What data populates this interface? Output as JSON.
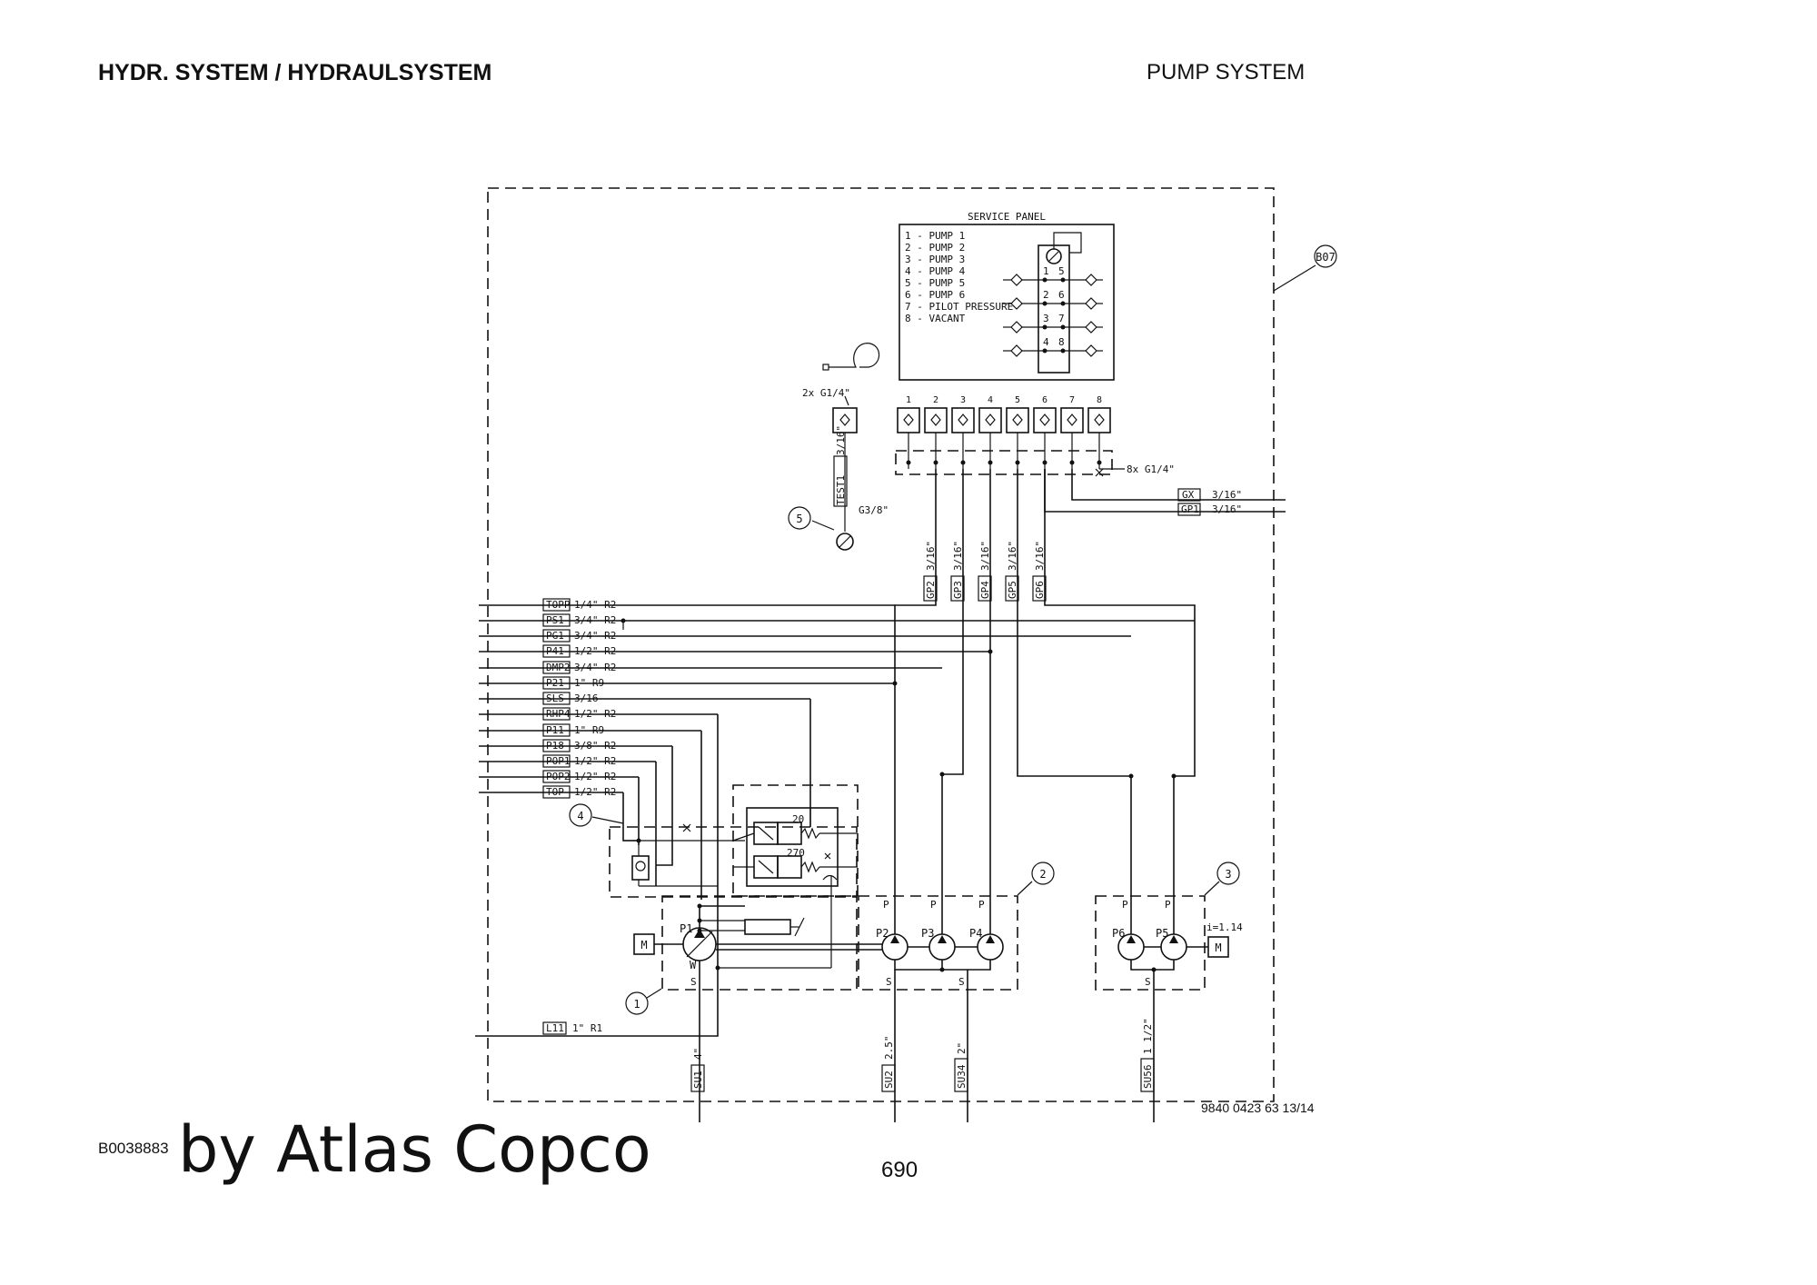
{
  "header": {
    "left": "HYDR. SYSTEM / HYDRAULSYSTEM",
    "right": "PUMP SYSTEM"
  },
  "footer": {
    "doc_code": "B0038883",
    "brand": "by Atlas Copco",
    "page_number": "690",
    "drawing_number": "9840 0423 63 13/14"
  },
  "diagram": {
    "frame_ref": "B07",
    "service_panel": {
      "title": "SERVICE PANEL",
      "legend": [
        "1 - PUMP 1",
        "2 - PUMP 2",
        "3 - PUMP 3",
        "4 - PUMP 4",
        "5 - PUMP 5",
        "6 - PUMP 6",
        "7 - PILOT PRESSURE",
        "8 - VACANT"
      ],
      "port_numbers": [
        "1",
        "5",
        "2",
        "6",
        "3",
        "7",
        "4",
        "8"
      ]
    },
    "test_coupling": {
      "thread": "2x G1/4\"",
      "hose": "TEST1",
      "hose_size": "3/16\"",
      "gauge_thread": "G3/8\""
    },
    "coupling_block": {
      "numbers": [
        "1",
        "2",
        "3",
        "4",
        "5",
        "6",
        "7",
        "8"
      ],
      "thread": "8x G1/4\""
    },
    "gx_lines": [
      {
        "tag": "GX",
        "size": "3/16\""
      },
      {
        "tag": "GP1",
        "size": "3/16\""
      }
    ],
    "gauge_hoses": [
      {
        "tag": "GP2",
        "size": "3/16\""
      },
      {
        "tag": "GP3",
        "size": "3/16\""
      },
      {
        "tag": "GP4",
        "size": "3/16\""
      },
      {
        "tag": "GP5",
        "size": "3/16\""
      },
      {
        "tag": "GP6",
        "size": "3/16\""
      }
    ],
    "hose_list": [
      {
        "tag": "TOPP",
        "spec": "1/4\" R2"
      },
      {
        "tag": "PS1",
        "spec": "3/4\" R2"
      },
      {
        "tag": "PG1",
        "spec": "3/4\" R2"
      },
      {
        "tag": "P41",
        "spec": "1/2\" R2"
      },
      {
        "tag": "DMP2",
        "spec": "3/4\" R2"
      },
      {
        "tag": "P21",
        "spec": "1\" R9"
      },
      {
        "tag": "SLS",
        "spec": "3/16"
      },
      {
        "tag": "RHP4",
        "spec": "1/2\" R2"
      },
      {
        "tag": "P11",
        "spec": "1\" R9"
      },
      {
        "tag": "P18",
        "spec": "3/8\" R2"
      },
      {
        "tag": "POP1",
        "spec": "1/2\" R2"
      },
      {
        "tag": "POP2",
        "spec": "1/2\" R2"
      },
      {
        "tag": "TOP",
        "spec": "1/2\" R2"
      }
    ],
    "leak_line": {
      "tag": "L11",
      "spec": "1\" R1"
    },
    "callouts": [
      "1",
      "2",
      "3",
      "4",
      "5"
    ],
    "valve_settings": [
      "20",
      "270"
    ],
    "pumps": [
      "P1",
      "P2",
      "P3",
      "P4",
      "P6",
      "P5"
    ],
    "port_letter_p": "P",
    "port_letter_s": "S",
    "pump1_mark": "W",
    "motor": "M",
    "gear_ratio": "i=1.14",
    "suction_lines": [
      {
        "tag": "SU1",
        "size": "4\""
      },
      {
        "tag": "SU2",
        "size": "2.5\""
      },
      {
        "tag": "SU34",
        "size": "2\""
      },
      {
        "tag": "SU56",
        "size": "1 1/2\""
      }
    ]
  }
}
